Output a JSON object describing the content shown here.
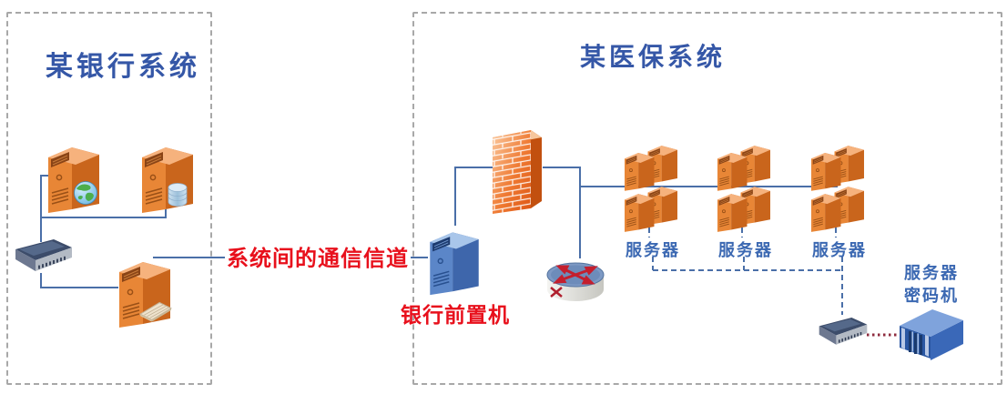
{
  "boxes": {
    "bank": {
      "title": "某银行系统"
    },
    "medical": {
      "title": "某医保系统"
    }
  },
  "labels": {
    "channel": "系统间的通信信道",
    "front_machine": "银行前置机",
    "servers": [
      "服务器",
      "服务器",
      "服务器"
    ],
    "cipher_machine": [
      "服务器",
      "密码机"
    ]
  },
  "icons": {
    "bank_web_server": "tower-server-with-globe",
    "bank_db_server": "tower-server-with-database",
    "bank_lan_switch": "network-switch",
    "bank_app_server": "tower-server-with-keyboard",
    "bank_front_machine": "blue-tower-server",
    "firewall": "orange-brick-firewall",
    "router": "router-cylinder-red-arrows",
    "server_cluster_1": "server-cluster-2x2",
    "server_cluster_2": "server-cluster-2x2",
    "server_cluster_3": "server-cluster-2x2",
    "his_switch": "network-switch",
    "cipher_machine": "blue-rack-server"
  },
  "colors": {
    "title_blue": "#3557a7",
    "label_blue": "#3b68b2",
    "annotation_red": "#e8101c",
    "wire_blue": "#4a6fa8",
    "dotted_link_maroon": "#8e2b3e",
    "box_border_gray": "#a8a8a8",
    "server_orange": "#e88636",
    "device_blue": "#5b86c8"
  }
}
